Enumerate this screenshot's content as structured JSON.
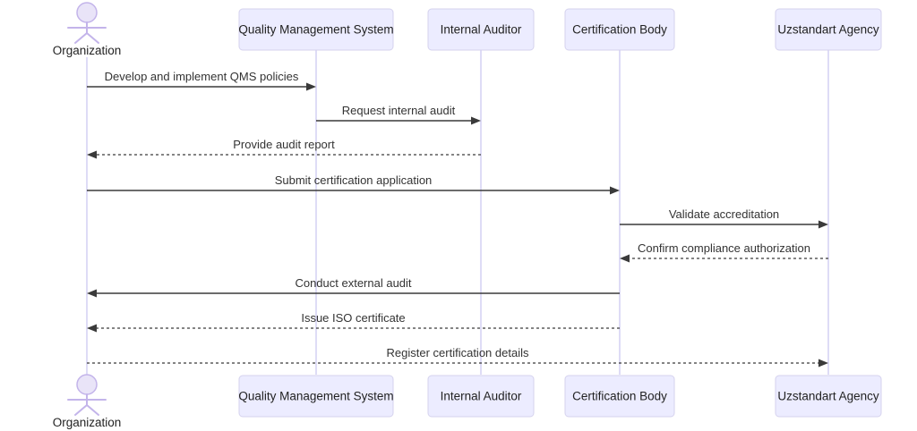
{
  "diagram": {
    "type": "sequence-diagram",
    "actors": [
      {
        "id": "org",
        "label": "Organization",
        "shape": "actor"
      },
      {
        "id": "qms",
        "label": "Quality Management System",
        "shape": "participant"
      },
      {
        "id": "ia",
        "label": "Internal Auditor",
        "shape": "participant"
      },
      {
        "id": "cb",
        "label": "Certification Body",
        "shape": "participant"
      },
      {
        "id": "ua",
        "label": "Uzstandart Agency",
        "shape": "participant"
      }
    ],
    "messages": [
      {
        "from": "org",
        "to": "qms",
        "label": "Develop and implement QMS policies",
        "line": "solid"
      },
      {
        "from": "qms",
        "to": "ia",
        "label": "Request internal audit",
        "line": "solid"
      },
      {
        "from": "ia",
        "to": "org",
        "label": "Provide audit report",
        "line": "dashed"
      },
      {
        "from": "org",
        "to": "cb",
        "label": "Submit certification application",
        "line": "solid"
      },
      {
        "from": "cb",
        "to": "ua",
        "label": "Validate accreditation",
        "line": "solid"
      },
      {
        "from": "ua",
        "to": "cb",
        "label": "Confirm compliance authorization",
        "line": "dashed"
      },
      {
        "from": "cb",
        "to": "org",
        "label": "Conduct external audit",
        "line": "solid"
      },
      {
        "from": "cb",
        "to": "org",
        "label": "Issue ISO certificate",
        "line": "dashed"
      },
      {
        "from": "org",
        "to": "ua",
        "label": "Register certification details",
        "line": "dashed"
      }
    ],
    "colors": {
      "background": "#ffffff",
      "participant_fill": "#ECECFF",
      "participant_border": "#d5d2ee",
      "lifeline": "#c9c5ef",
      "actor_stroke": "#c3b4ea",
      "actor_head_fill": "#e9e4f8",
      "message_line": "#3a3a3a",
      "message_text": "#333333",
      "label_text": "#222222"
    }
  }
}
